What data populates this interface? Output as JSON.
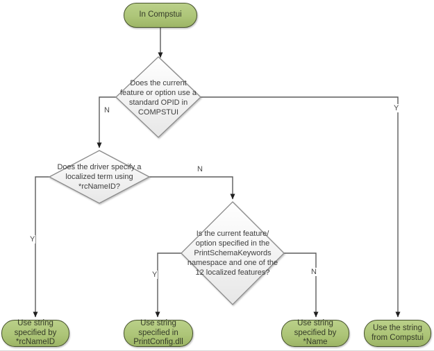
{
  "diagram": {
    "nodes": {
      "start": {
        "label": "In Compstui"
      },
      "decision_opid": {
        "label": "Does the current feature or option use a standard OPID in COMPSTUI"
      },
      "decision_rcnameid": {
        "label": "Does the driver specify a localized term using *rcNameID?"
      },
      "decision_printschema": {
        "label": "Is the current feature/ option specified in the PrintSchemaKeywords namespace and one of the 12 localized features?"
      },
      "end_rcnameid": {
        "label": "Use string specified by *rcNameID"
      },
      "end_printconfig": {
        "label": "Use string specified in PrintConfig.dll"
      },
      "end_name": {
        "label": "Use string specified by *Name"
      },
      "end_compstui": {
        "label": "Use the string from Compstui"
      }
    },
    "edge_labels": {
      "opid_no": "N",
      "opid_yes": "Y",
      "rcnameid_yes": "Y",
      "rcnameid_no": "N",
      "printschema_yes": "Y",
      "printschema_no": "N"
    },
    "colors": {
      "terminator_fill_top": "#bad089",
      "terminator_fill_bottom": "#9db566",
      "terminator_border": "#44502a",
      "decision_fill_top": "#ffffff",
      "decision_fill_bottom": "#e7e7e7",
      "decision_border": "#8a8a8a",
      "connector": "#5b5b5b",
      "arrowhead": "#1f1f1f",
      "text": "#3d3d3d"
    }
  }
}
